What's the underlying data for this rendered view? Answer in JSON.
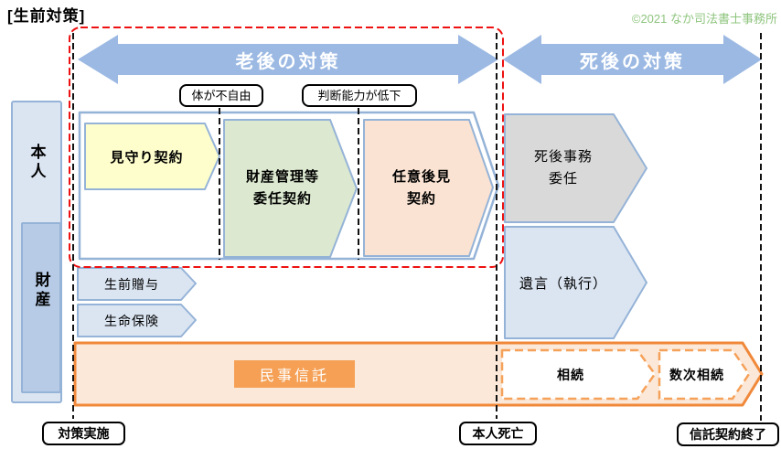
{
  "header": {
    "title": "[生前対策]",
    "copyright": "©2021 なか司法書士事務所"
  },
  "phases": {
    "rougo": "老後の対策",
    "shigo": "死後の対策"
  },
  "events": {
    "karada": "体が不自由",
    "handan": "判断能力が低下"
  },
  "rows": {
    "honnin": "本人",
    "zaisan": "財産"
  },
  "shapes": {
    "mimamori": "見守り契約",
    "zaisankanri": "財産管理等\n委任契約",
    "ninikouken": "任意後見\n契約",
    "shigojimu": "死後事務\n委任",
    "yuigon": "遺言（執行）",
    "seizenzouyo": "生前贈与",
    "seimeihoken": "生命保険",
    "minjishintaku": "民事信託",
    "souzoku": "相続",
    "suujisouzoku": "数次相続"
  },
  "milestones": {
    "taisaku": "対策実施",
    "honninshibou": "本人死亡",
    "shintakushuuryou": "信託契約終了"
  },
  "colors": {
    "accent_blue_border": "#95B3D7",
    "phase_arrow_fill": "#9CB9E3",
    "yellow_fill": "#FEFECC",
    "green_fill": "#DCE9D0",
    "pink_fill": "#FAE3D2",
    "gray_fill": "#D9D9D9",
    "light_blue_fill": "#DBE5F2",
    "trust_border_orange": "#F0883A",
    "trust_label_orange": "#F5A055",
    "trust_band_fill": "#FBE8D8",
    "red_dashed": "#EE1111",
    "copyright_green": "#8FC57E"
  }
}
